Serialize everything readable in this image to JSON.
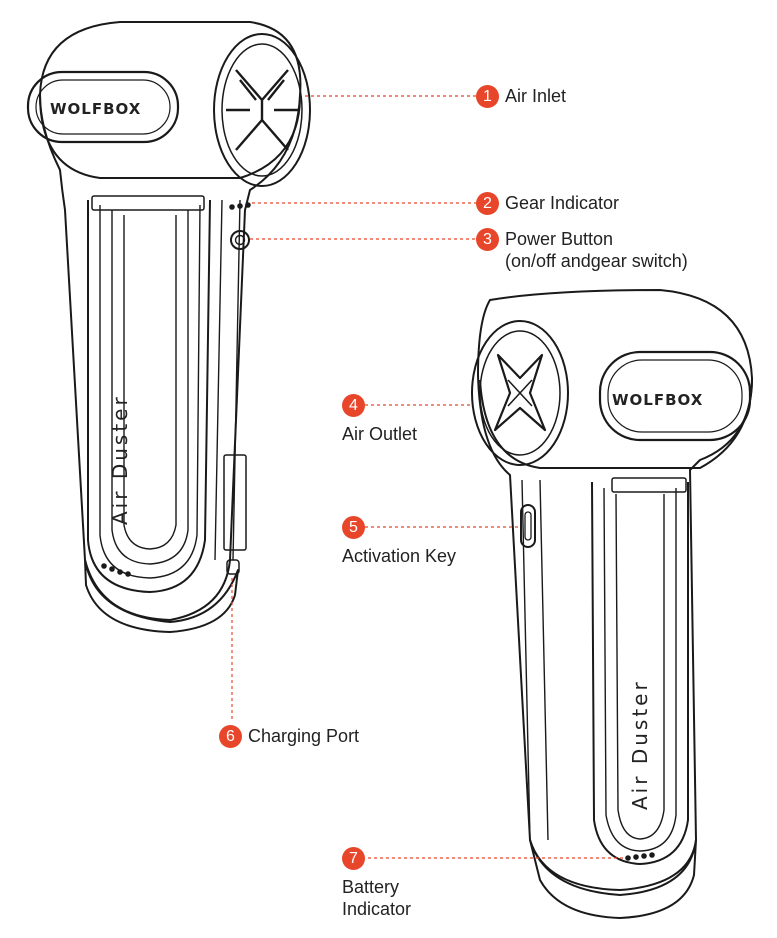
{
  "brand": "WOLFBOX",
  "product_text": "Air Duster",
  "accent": "#e8462a",
  "callouts": [
    {
      "num": "1",
      "label": "Air Inlet"
    },
    {
      "num": "2",
      "label": "Gear Indicator"
    },
    {
      "num": "3",
      "label": "Power Button",
      "sub": "(on/off andgear switch)"
    },
    {
      "num": "4",
      "label": "Air Outlet"
    },
    {
      "num": "5",
      "label": "Activation Key"
    },
    {
      "num": "6",
      "label": "Charging Port"
    },
    {
      "num": "7",
      "label": "Battery",
      "sub": "Indicator"
    }
  ]
}
